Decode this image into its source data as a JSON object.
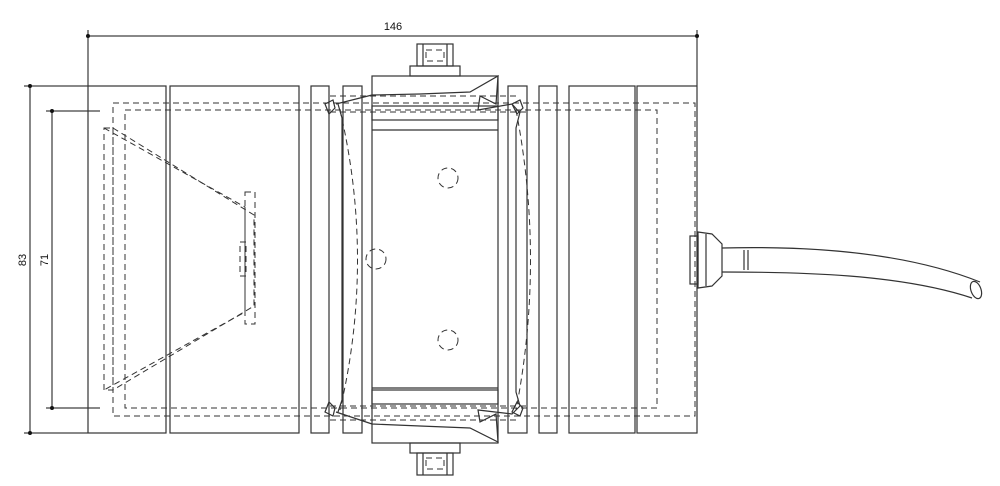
{
  "dimensions": {
    "overall_width": "146",
    "overall_height": "83",
    "inner_height": "71"
  },
  "colors": {
    "line": "#333333",
    "background": "#ffffff"
  }
}
